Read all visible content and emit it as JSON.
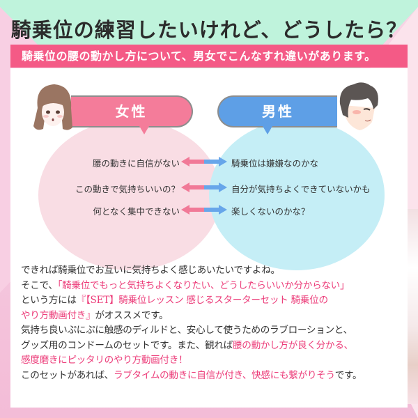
{
  "header": {
    "title": "騎乗位の練習したいけれど、どうしたら？",
    "subtitle": "騎乗位の腰の動かし方について、男女でこんなすれ違いがあります。"
  },
  "colors": {
    "subtitle_bar": "#f45a86",
    "female_accent": "#f47c9a",
    "male_accent": "#5e9fe6",
    "female_circle": "#f9dde4",
    "male_circle": "#c5eef6",
    "highlight_text": "#ec3d7a",
    "mint_bg": "#bff3dc",
    "pink_bg": "#f8cfe3"
  },
  "comparison": {
    "female": {
      "label": "女性",
      "items": [
        "腰の動きに自信がない",
        "この動きで気持ちいいの？",
        "何となく集中できない"
      ]
    },
    "male": {
      "label": "男性",
      "items": [
        "騎乗位は嫌嫌なのかな",
        "自分が気持ちよくできていないかも",
        "楽しくないのかな？"
      ]
    }
  },
  "body": {
    "line1": "できれば騎乗位でお互いに気持ちよく感じあいたいですよね。",
    "line2_prefix": "そこで、",
    "line2_highlight": "「騎乗位でもっと気持ちよくなりたい、どうしたらいいか分からない」",
    "line3_prefix": "という方には",
    "line3_highlight": "『【SET】騎乗位レッスン 感じるスターターセット 騎乗位の",
    "line4_highlight": "やり方動画付き』",
    "line4_suffix": "がオススメです。",
    "line5": "気持ち良いぷにぷに触感のディルドと、安心して使うためのラブローションと、",
    "line6_prefix": "グッズ用のコンドームのセットです。また、観れば",
    "line6_highlight": "腰の動かし方が良く分かる、",
    "line7_highlight": "感度磨きにピッタリのやり方動画付き！",
    "line8_prefix": "このセットがあれば、",
    "line8_highlight": "ラブタイムの動きに自信が付き、快感にも繋がりそう",
    "line8_suffix": "です。"
  }
}
